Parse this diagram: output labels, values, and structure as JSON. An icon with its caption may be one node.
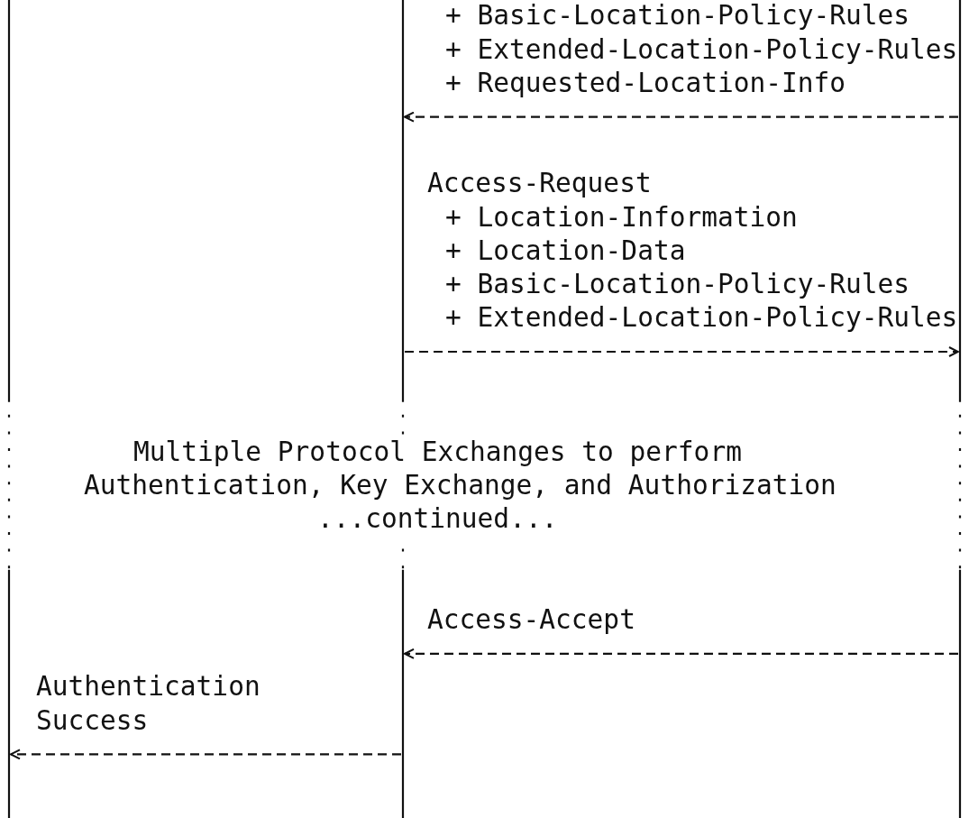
{
  "diagram": {
    "nodes": [
      {
        "text": [],
        "shape": "bar"
      },
      {
        "text": [],
        "shape": "bar"
      },
      {
        "text": [],
        "shape": "bar"
      }
    ],
    "edges": [
      {
        "from": 2,
        "to": 1,
        "arrow": "to"
      },
      {
        "from": 1,
        "to": 2,
        "arrow": "to"
      },
      {
        "from": 2,
        "to": 1,
        "arrow": "to"
      },
      {
        "from": 1,
        "to": 0,
        "arrow": "to"
      }
    ],
    "labels": [
      "+ Basic-Location-Policy-Rules",
      "+ Extended-Location-Policy-Rules",
      "+ Requested-Location-Info",
      "Access-Request",
      "+ Location-Information",
      "+ Location-Data",
      "+ Basic-Location-Policy-Rules",
      "+ Extended-Location-Policy-Rules",
      "Multiple Protocol Exchanges to perform",
      "Authentication, Key Exchange, and Authorization",
      "...continued...",
      "Access-Accept",
      "Authentication Success"
    ]
  }
}
